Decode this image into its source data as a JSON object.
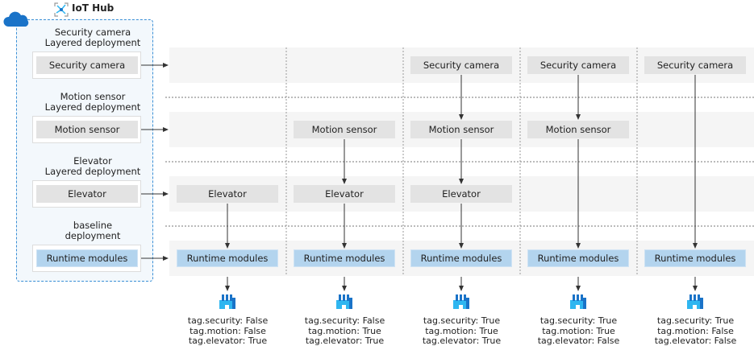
{
  "hub": {
    "title": "IoT Hub",
    "icons": [
      "cloud-icon",
      "iot-hub-icon"
    ]
  },
  "left": [
    {
      "title": "Security camera",
      "subtitle": "Layered deployment",
      "box": "Security camera"
    },
    {
      "title": "Motion sensor",
      "subtitle": "Layered deployment",
      "box": "Motion sensor"
    },
    {
      "title": "Elevator",
      "subtitle": "Layered deployment",
      "box": "Elevator"
    },
    {
      "title": "baseline",
      "subtitle": "deployment",
      "box": "Runtime modules"
    }
  ],
  "columns": [
    {
      "security": "",
      "motion": "",
      "elevator": "Elevator",
      "runtime": "Runtime modules",
      "tags": [
        "tag.security: False",
        "tag.motion: False",
        "tag.elevator: True"
      ]
    },
    {
      "security": "",
      "motion": "Motion sensor",
      "elevator": "Elevator",
      "runtime": "Runtime modules",
      "tags": [
        "tag.security: False",
        "tag.motion: True",
        "tag.elevator: True"
      ]
    },
    {
      "security": "Security camera",
      "motion": "Motion sensor",
      "elevator": "Elevator",
      "runtime": "Runtime modules",
      "tags": [
        "tag.security: True",
        "tag.motion: True",
        "tag.elevator: True"
      ]
    },
    {
      "security": "Security camera",
      "motion": "Motion sensor",
      "elevator": "",
      "runtime": "Runtime modules",
      "tags": [
        "tag.security: True",
        "tag.motion: True",
        "tag.elevator: False"
      ]
    },
    {
      "security": "Security camera",
      "motion": "",
      "elevator": "",
      "runtime": "Runtime modules",
      "tags": [
        "tag.security: True",
        "tag.motion: False",
        "tag.elevator: False"
      ]
    }
  ],
  "colors": {
    "band": "#f5f5f5",
    "module": "#e3e3e3",
    "runtime": "#b3d4ee",
    "hub_border": "#3a8fd6",
    "device": "#2fb6f0"
  }
}
